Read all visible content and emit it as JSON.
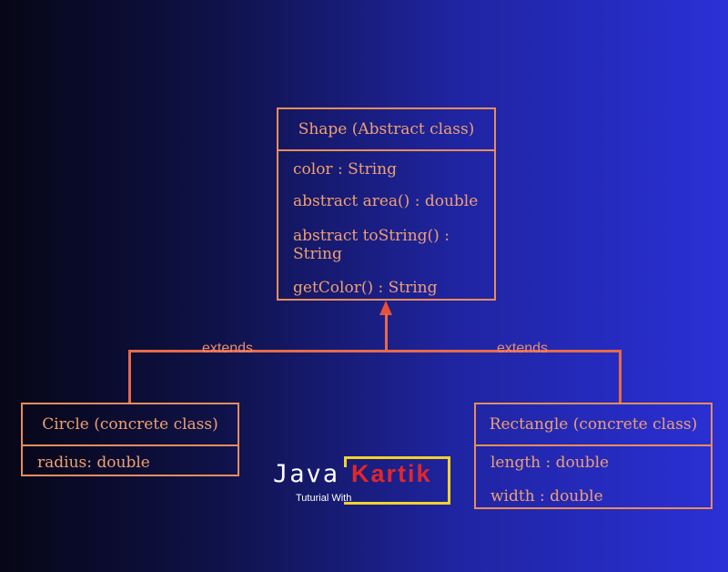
{
  "diagram": {
    "shape": {
      "title": "Shape (Abstract class)",
      "members": [
        "color : String",
        "abstract area() : double",
        "abstract toString() :",
        "String",
        "getColor() : String"
      ]
    },
    "circle": {
      "title": "Circle (concrete class)",
      "members": [
        "radius: double"
      ]
    },
    "rectangle": {
      "title": "Rectangle (concrete class)",
      "members": [
        "length : double",
        "width : double"
      ]
    },
    "edges": {
      "left_label": "extends",
      "right_label": "extends"
    }
  },
  "logo": {
    "java": "Java",
    "kartik": "Kartik",
    "tagline": "Tuturial With"
  },
  "colors": {
    "box_border": "#e98d5a",
    "text": "#f0a070",
    "connector": "#e66a4a",
    "logo_yellow": "#f2d22a",
    "logo_red": "#e3262b"
  }
}
